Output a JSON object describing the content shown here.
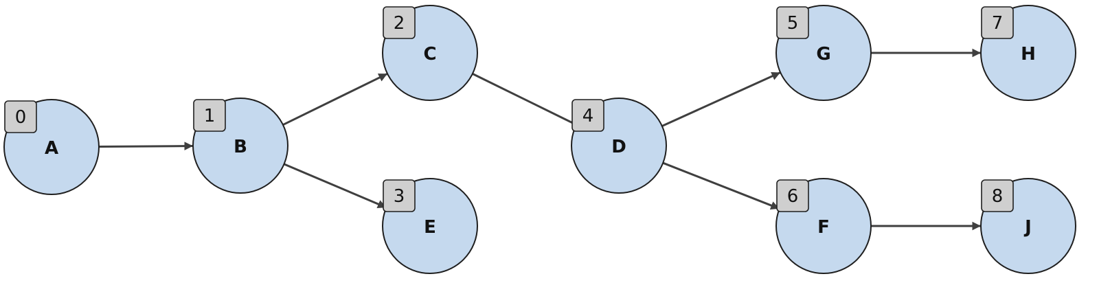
{
  "diagram": {
    "nodes": [
      {
        "id": "A",
        "label": "A",
        "index": "0"
      },
      {
        "id": "B",
        "label": "B",
        "index": "1"
      },
      {
        "id": "C",
        "label": "C",
        "index": "2"
      },
      {
        "id": "E",
        "label": "E",
        "index": "3"
      },
      {
        "id": "D",
        "label": "D",
        "index": "4"
      },
      {
        "id": "G",
        "label": "G",
        "index": "5"
      },
      {
        "id": "F",
        "label": "F",
        "index": "6"
      },
      {
        "id": "H",
        "label": "H",
        "index": "7"
      },
      {
        "id": "J",
        "label": "J",
        "index": "8"
      }
    ],
    "edges": [
      {
        "from": "A",
        "to": "B",
        "arrow": true
      },
      {
        "from": "B",
        "to": "C",
        "arrow": true
      },
      {
        "from": "B",
        "to": "E",
        "arrow": true
      },
      {
        "from": "C",
        "to": "D",
        "arrow": false
      },
      {
        "from": "D",
        "to": "G",
        "arrow": true
      },
      {
        "from": "D",
        "to": "F",
        "arrow": true
      },
      {
        "from": "G",
        "to": "H",
        "arrow": true
      },
      {
        "from": "F",
        "to": "J",
        "arrow": true
      }
    ],
    "colors": {
      "node_fill": "#c5d9ee",
      "badge_fill": "#cfcfcf",
      "edge": "#3f3f3f"
    }
  }
}
